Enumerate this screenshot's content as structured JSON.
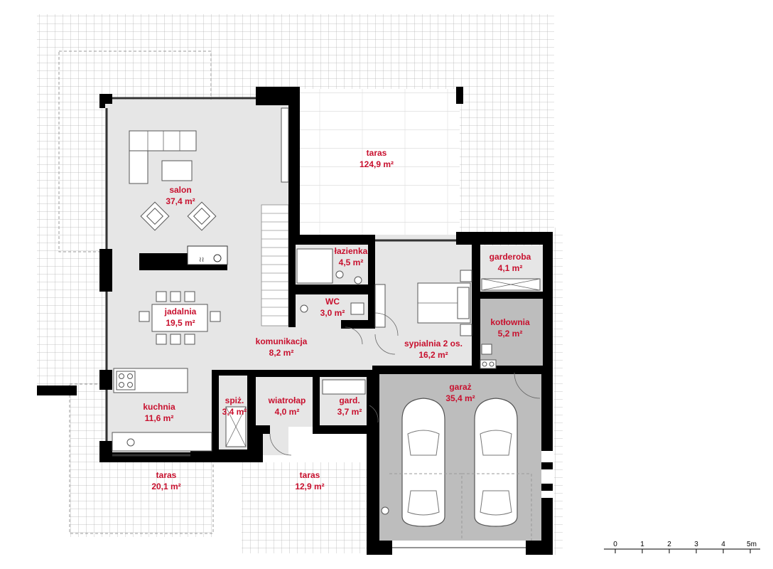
{
  "rooms": {
    "salon": {
      "name": "salon",
      "area": "37,4 m²"
    },
    "taras_top": {
      "name": "taras",
      "area": "124,9 m²"
    },
    "lazienka": {
      "name": "łazienka",
      "area": "4,5 m²"
    },
    "garderoba": {
      "name": "garderoba",
      "area": "4,1 m²"
    },
    "wc": {
      "name": "WC",
      "area": "3,0 m²"
    },
    "jadalnia": {
      "name": "jadalnia",
      "area": "19,5 m²"
    },
    "kotlownia": {
      "name": "kotłownia",
      "area": "5,2 m²"
    },
    "komunikacja": {
      "name": "komunikacja",
      "area": "8,2 m²"
    },
    "sypialnia": {
      "name": "sypialnia 2 os.",
      "area": "16,2 m²"
    },
    "garaz": {
      "name": "garaż",
      "area": "35,4 m²"
    },
    "kuchnia": {
      "name": "kuchnia",
      "area": "11,6 m²"
    },
    "spiz": {
      "name": "spiż.",
      "area": "3,4 m²"
    },
    "wiatrolap": {
      "name": "wiatrołap",
      "area": "4,0 m²"
    },
    "gard": {
      "name": "gard.",
      "area": "3,7 m²"
    },
    "taras_left": {
      "name": "taras",
      "area": "20,1 m²"
    },
    "taras_entry": {
      "name": "taras",
      "area": "12,9 m²"
    }
  },
  "scale_bar": {
    "labels": [
      "0",
      "1",
      "2",
      "3",
      "4",
      "5m"
    ]
  },
  "colors": {
    "label_red": "#c8102e",
    "floor_gray": "#e6e6e6",
    "garage_gray": "#bdbdbd",
    "wall_black": "#000000",
    "tile_grid": "#b5b5b5"
  }
}
